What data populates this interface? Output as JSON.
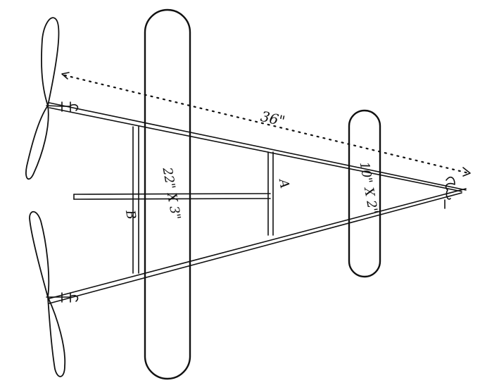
{
  "labels": {
    "distance": "36\"",
    "main_wing": "22\" X 3\"",
    "tail": "10\" X 2\"",
    "point_a": "A",
    "point_b": "B"
  },
  "colors": {
    "ink": "#111111",
    "paper": "#ffffff"
  }
}
